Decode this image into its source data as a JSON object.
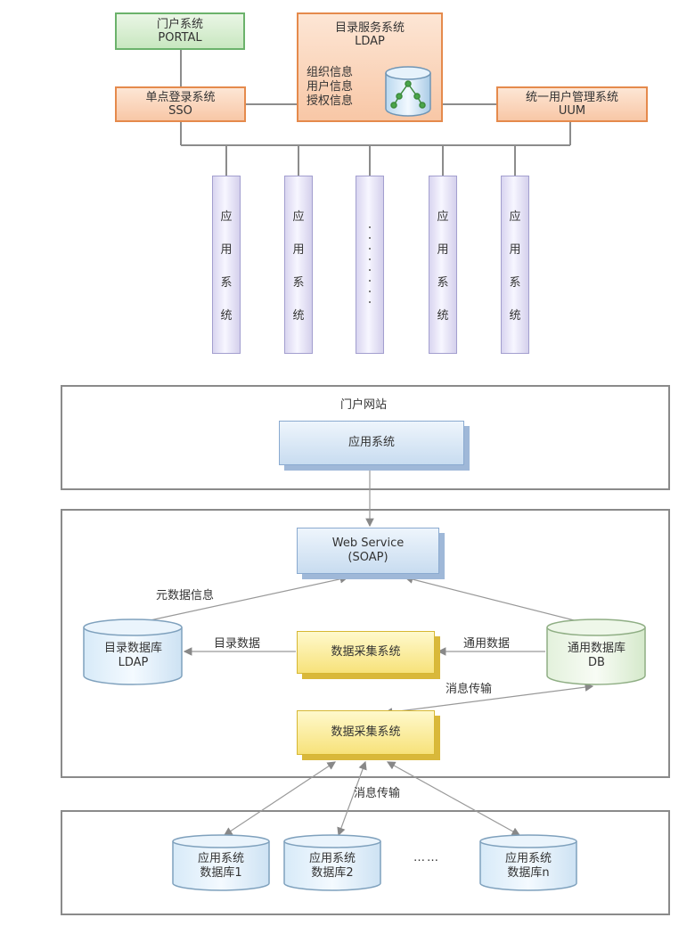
{
  "top": {
    "portal": {
      "line1": "门户系统",
      "line2": "PORTAL"
    },
    "ldap": {
      "line1": "目录服务系统",
      "line2": "LDAP",
      "info": [
        "组织信息",
        "用户信息",
        "授权信息"
      ]
    },
    "sso": {
      "line1": "单点登录系统",
      "line2": "SSO"
    },
    "uum": {
      "line1": "统一用户管理系统",
      "line2": "UUM"
    },
    "app_chars": [
      "应",
      "用",
      "系",
      "统"
    ]
  },
  "bottom": {
    "portal_site": "门户网站",
    "app_system": "应用系统",
    "webservice": {
      "line1": "Web Service",
      "line2": "(SOAP)"
    },
    "metadata_label": "元数据信息",
    "dir_db": {
      "line1": "目录数据库",
      "line2": "LDAP"
    },
    "dir_data_label": "目录数据",
    "collect1": "数据采集系统",
    "common_data_label": "通用数据",
    "common_db": {
      "line1": "通用数据库",
      "line2": "DB"
    },
    "msg1": "消息传输",
    "collect2": "数据采集系统",
    "msg2": "消息传输",
    "db1": {
      "line1": "应用系统",
      "line2": "数据库1"
    },
    "db2": {
      "line1": "应用系统",
      "line2": "数据库2"
    },
    "ellipsis": "……",
    "dbn": {
      "line1": "应用系统",
      "line2": "数据库n"
    }
  },
  "colors": {
    "green_border": "#6bb26b",
    "orange_border": "#e58a4c",
    "pillar": "#d9d5f0",
    "blue_box": "#c8dcf0",
    "yellow_box": "#f7e27a"
  }
}
